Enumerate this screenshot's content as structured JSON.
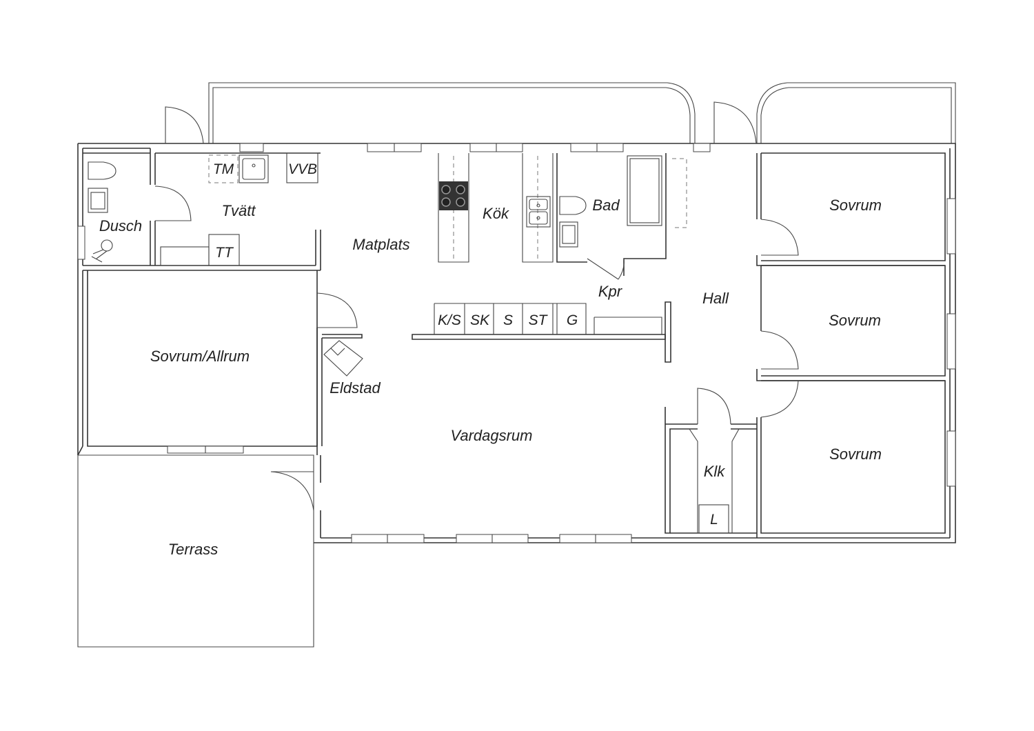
{
  "rooms": {
    "dusch": "Dusch",
    "tvatt": "Tvätt",
    "matplats": "Matplats",
    "kok": "Kök",
    "bad": "Bad",
    "kpr": "Kpr",
    "hall": "Hall",
    "sovrum_1": "Sovrum",
    "sovrum_2": "Sovrum",
    "sovrum_3": "Sovrum",
    "sovrum_allrum": "Sovrum/Allrum",
    "eldstad": "Eldstad",
    "vardagsrum": "Vardagsrum",
    "klk": "Klk",
    "terrass": "Terrass"
  },
  "fixtures": {
    "tm": "TM",
    "vvb": "VVB",
    "tt": "TT",
    "ks": "K/S",
    "sk": "SK",
    "s": "S",
    "st": "ST",
    "g": "G",
    "l": "L"
  }
}
